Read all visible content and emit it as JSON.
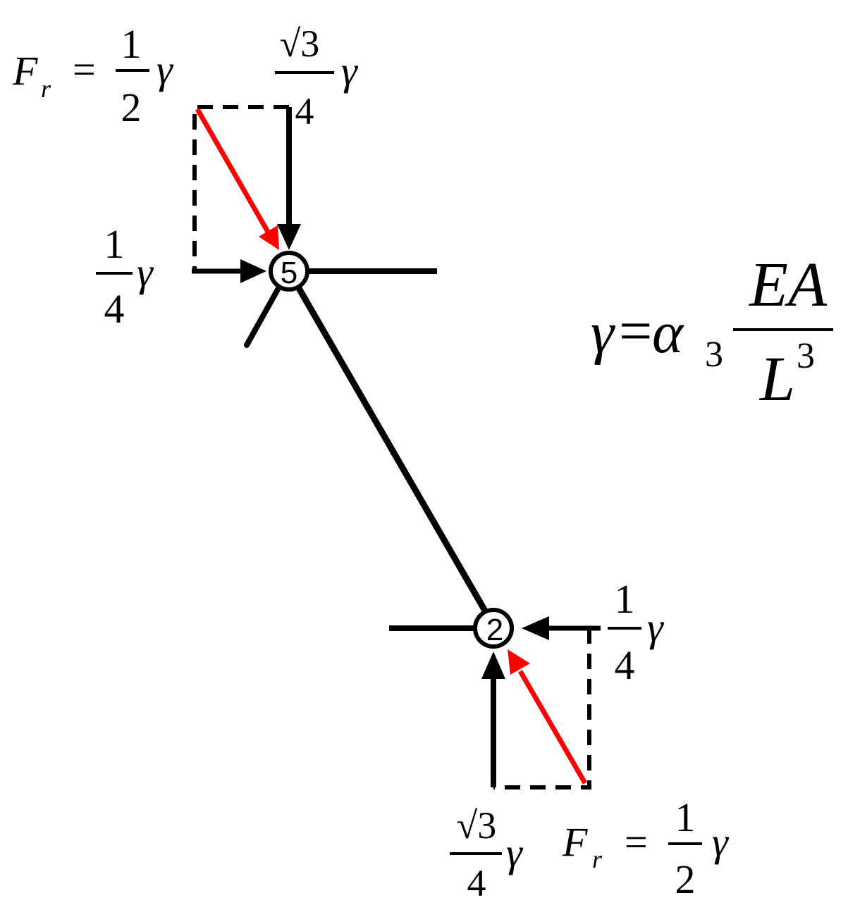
{
  "nodes": {
    "top": {
      "label": "5"
    },
    "bottom": {
      "label": "2"
    }
  },
  "colors": {
    "ink": "#000000",
    "resultant": "#ff0000",
    "background": "#ffffff"
  },
  "labels": {
    "top_fr": {
      "symbol": "F",
      "subscript": "r",
      "equals": "=",
      "num": "1",
      "den": "2",
      "var": "γ"
    },
    "top_vertical": {
      "num": "√3",
      "den": "4",
      "var": "γ"
    },
    "top_horizontal": {
      "num": "1",
      "den": "4",
      "var": "γ"
    },
    "bottom_horizontal": {
      "num": "1",
      "den": "4",
      "var": "γ"
    },
    "bottom_vertical": {
      "num": "√3",
      "den": "4",
      "var": "γ"
    },
    "bottom_fr": {
      "symbol": "F",
      "subscript": "r",
      "equals": "=",
      "num": "1",
      "den": "2",
      "var": "γ"
    }
  },
  "formula": {
    "lhs": "γ",
    "equals": "=",
    "coef": "α",
    "coef_sub": "3",
    "num": "EA",
    "den_base": "L",
    "den_exp": "3"
  }
}
